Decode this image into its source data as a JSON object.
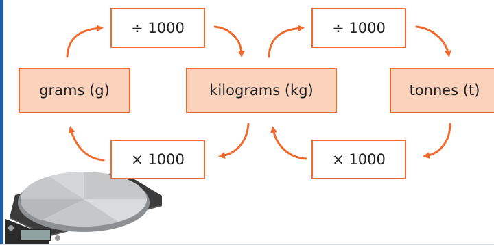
{
  "units": {
    "grams": "grams (g)",
    "kilograms": "kilograms (kg)",
    "tonnes": "tonnes (t)"
  },
  "operations": {
    "grams_to_kilograms": "÷ 1000",
    "kilograms_to_tonnes": "÷ 1000",
    "kilograms_to_grams": "× 1000",
    "tonnes_to_kilograms": "× 1000"
  },
  "colors": {
    "accent_orange": "#ef6a2c",
    "unit_fill": "#fbd3bd",
    "left_bar_blue": "#1d5fa8"
  },
  "icons": [
    "curved-arrow-icon",
    "kitchen-scale-icon"
  ]
}
